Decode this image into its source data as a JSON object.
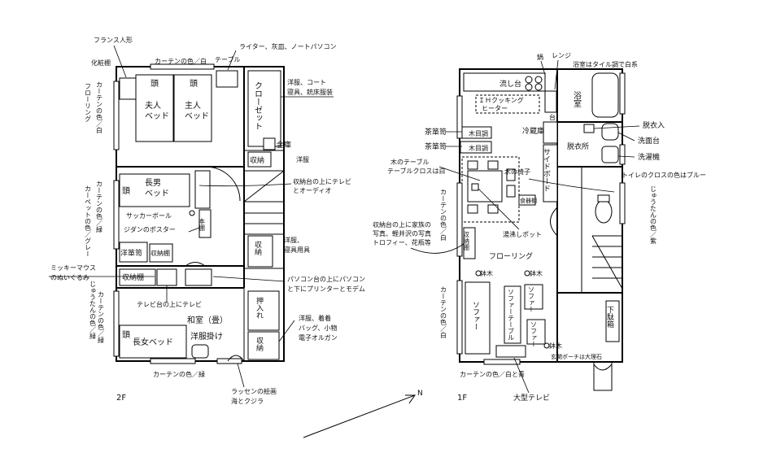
{
  "floor2": {
    "label": "2F",
    "room_labels": {
      "head1": "頭",
      "head2": "頭",
      "head3": "頭",
      "head4": "頭",
      "wife_bed": "夫人\nベッド",
      "master_bed": "主人\nベッド",
      "eldest_son_bed": "長男\nベッド",
      "eldest_daughter_bed": "長女ベッド",
      "closet": "クローゼット",
      "safe": "金庫",
      "storage1": "収納",
      "storage2": "収納",
      "storage3": "収納",
      "storage_shelf": "収納棚",
      "storage_shelf2": "収納棚",
      "bookshelf": "本棚",
      "wardrobe_box": "洋箪笥",
      "washitsu": "和室（畳）",
      "oshiire": "押入れ",
      "clothes_hanger": "洋服掛け",
      "vanity": "化粧棚"
    },
    "annotations": {
      "french_doll": "フランス人形",
      "lighter_etc": "ライター、灰皿、ノートパソコン",
      "table": "テーブル",
      "curtain_top": "カーテンの色／白",
      "curtain_left": "カーテンの色／白",
      "flooring": "フローリング",
      "closet_contents": "洋服、コート\n寝具、銃床服装",
      "clothes1": "洋服",
      "tv_audio": "収納台の上にテレビ\nとオーディオ",
      "soccer_ball": "サッカーボール",
      "poster": "ジダンのポスター",
      "curtain_mid": "カーテンの色／緑",
      "carpet": "カーペットの色／グレー",
      "clothes_bedding": "洋服、\n寝具用具",
      "mickey": "ミッキーマウス\nのぬいぐるみ",
      "pc_printer": "パソコン台の上にパソコン\nと下にプリンターとモデム",
      "tv_on_stand": "テレビ台の上にテレビ",
      "tatami_note": "じゅうたんの色／緑",
      "curtain_bottom_left": "カーテンの色／緑",
      "oshiire_contents": "洋服、着着\nバッグ、小物\n電子オルガン",
      "curtain_bottom": "カーテンの色／緑",
      "lassen": "ラッセンの絵画\n海とクジラ"
    }
  },
  "floor1": {
    "label": "1F",
    "room_labels": {
      "sink": "流し台",
      "stove_note": "ＩＨクッキングヒーター",
      "fridge": "冷蔵庫",
      "sideboard": "サイドボード",
      "bath": "浴室",
      "dressing": "脱衣所",
      "tea_box1": "木目調",
      "tea_box2": "木目調",
      "kitchen_shelf": "食器棚",
      "flooring": "フローリング",
      "storage": "収納棚",
      "sofa1": "ソファー",
      "sofa2": "ソファー",
      "sofa3": "ソファー",
      "sofa_table": "ソファーテーブル",
      "shoe_box": "下駄箱",
      "plant1": "鉢木",
      "plant2": "鉢木",
      "plant3": "鉢木",
      "stand": "台"
    },
    "annotations": {
      "pot": "鍋",
      "range": "レンジ",
      "bath_tile": "浴室はタイル調で白系",
      "dressing_basket": "脱衣入",
      "washbasin": "洗面台",
      "washer": "洗濯機",
      "tea_cabinet1": "茶箪笥",
      "tea_cabinet2": "茶箪笥",
      "wood_table": "木のテーブル\nテーブルクロスは白",
      "wood_chair": "木の椅子",
      "toilet_cross": "トイレのクロスの色はブルー",
      "carpet_color": "じゅうたんの色／紫",
      "curtain_white1": "カーテンの色／白",
      "storage_note": "収納台の上に家族の\n写真、軽井沢の写真\nトロフィー、花瓶等",
      "hot_water_pot": "湯沸しポット",
      "curtain_white2": "カーテンの色／白",
      "entrance_note": "玄関ポーチは大理石",
      "curtain_bottom": "カーテンの色／白と青",
      "big_tv": "大型テレビ"
    }
  },
  "compass": "N"
}
